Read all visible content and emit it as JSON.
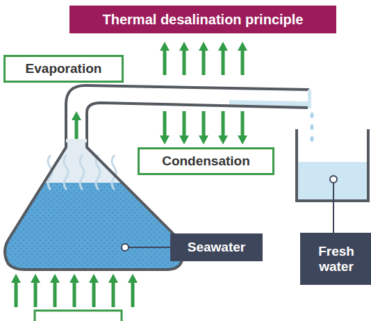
{
  "diagram": {
    "title": "Thermal desalination principle",
    "nodes": [
      {
        "text": [
          "Evaporation"
        ]
      },
      {
        "text": [
          "Condensation"
        ]
      },
      {
        "text": [
          "Seawater"
        ]
      },
      {
        "text": [
          "Fresh water"
        ]
      }
    ]
  }
}
